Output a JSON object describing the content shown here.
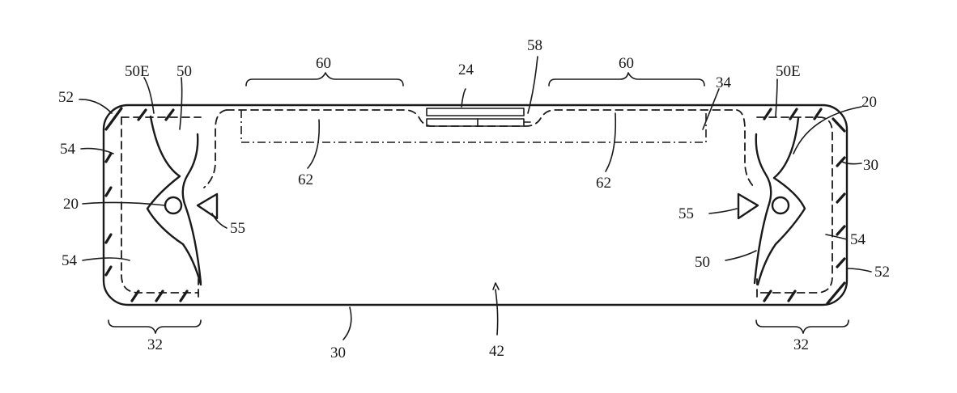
{
  "figure": {
    "labels": {
      "l24": "24",
      "l58": "58",
      "l60a": "60",
      "l60b": "60",
      "l34": "34",
      "l50E_left": "50E",
      "l50_left": "50",
      "l52_left": "52",
      "l54_left_top": "54",
      "l20_left": "20",
      "l55_left": "55",
      "l54_left_bot": "54",
      "l62_left": "62",
      "l62_right": "62",
      "l50E_right": "50E",
      "l20_right": "20",
      "l30_right": "30",
      "l55_right": "55",
      "l54_right": "54",
      "l50_right": "50",
      "l52_right": "52",
      "l32_left": "32",
      "l30_bottom": "30",
      "l42": "42",
      "l32_right": "32"
    }
  }
}
